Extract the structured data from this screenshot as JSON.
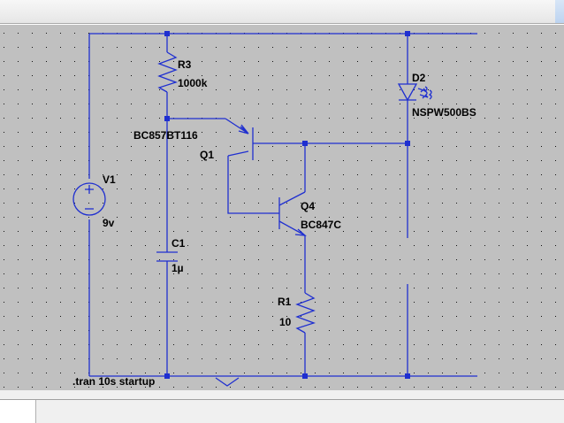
{
  "components": {
    "r3": {
      "ref": "R3",
      "value": "1000k"
    },
    "d2": {
      "ref": "D2",
      "value": "NSPW500BS"
    },
    "q1": {
      "ref": "Q1",
      "value": "BC857BT116"
    },
    "q4": {
      "ref": "Q4",
      "value": "BC847C"
    },
    "v1": {
      "ref": "V1",
      "value": "9v"
    },
    "c1": {
      "ref": "C1",
      "value": "1µ"
    },
    "r1": {
      "ref": "R1",
      "value": "10"
    }
  },
  "directive": ".tran 10s startup",
  "colors": {
    "wire": "#1f2fd0",
    "background": "#c0c0c0",
    "grid_dot": "#111111"
  }
}
